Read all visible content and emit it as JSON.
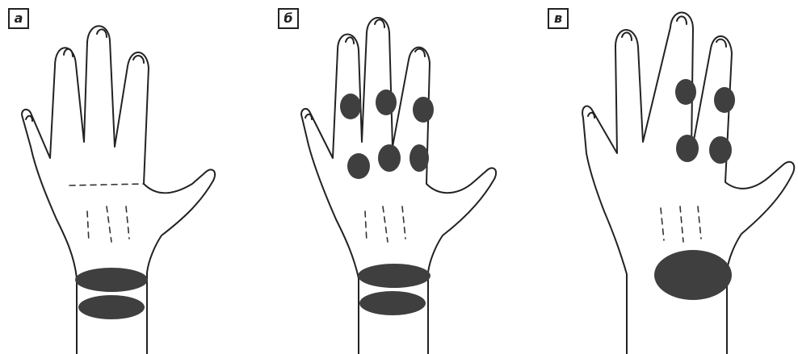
{
  "panels": [
    {
      "label": "а"
    },
    {
      "label": "б"
    },
    {
      "label": "в"
    }
  ],
  "colors": {
    "outline": "#222222",
    "highlight": "#3f3f3f",
    "background": "#ffffff"
  }
}
